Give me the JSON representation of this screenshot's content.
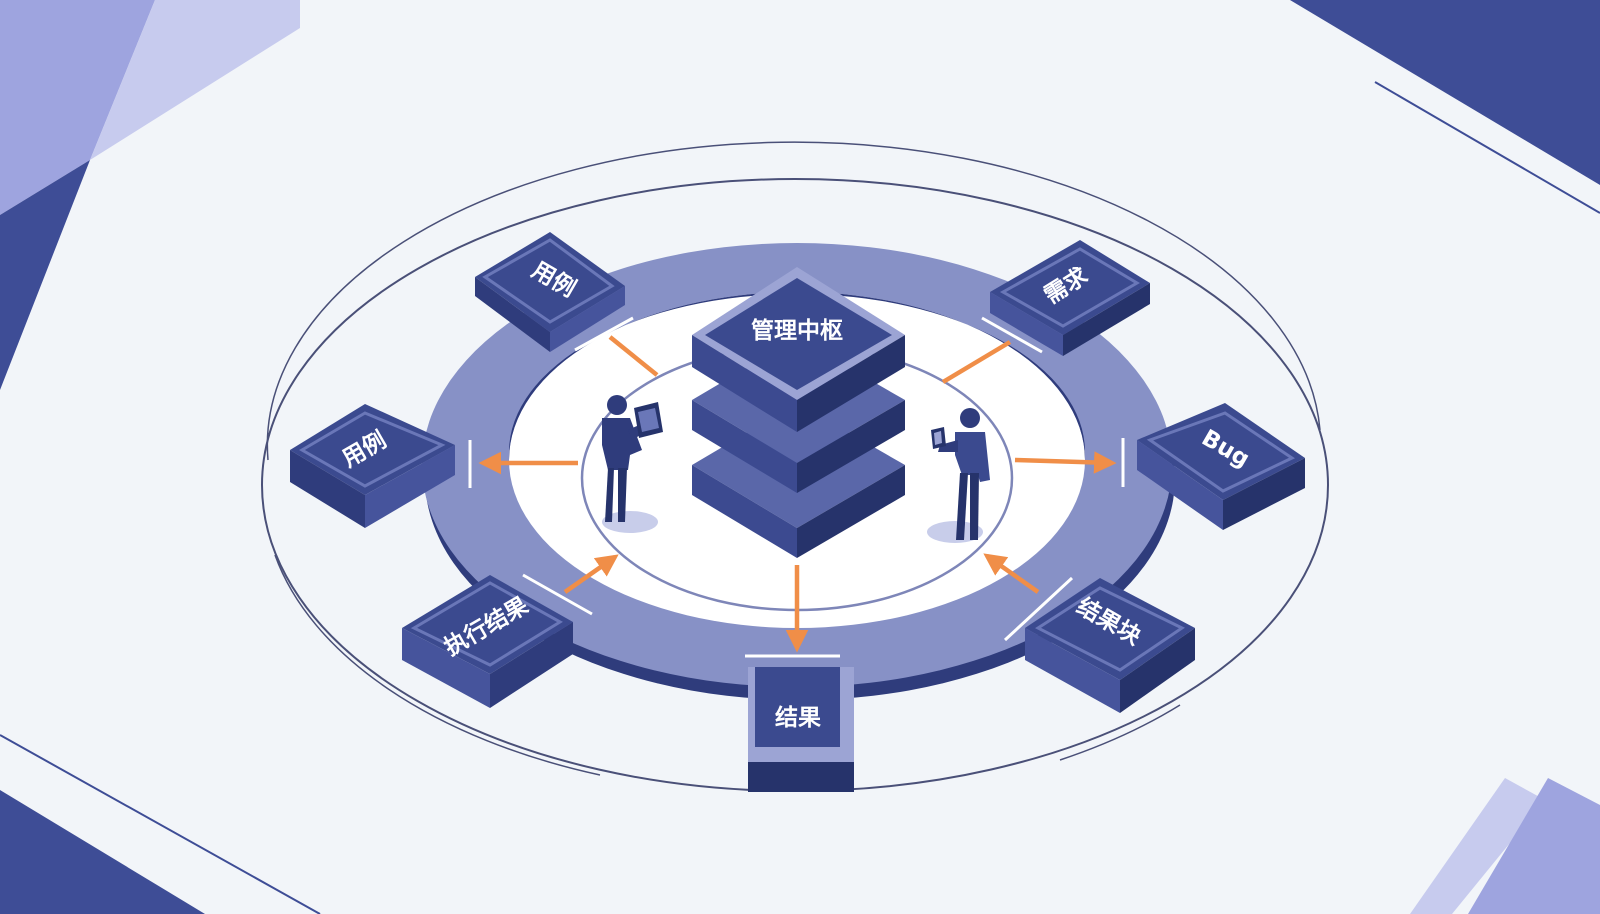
{
  "diagram": {
    "hub_label": "管理中枢",
    "nodes": [
      {
        "id": "top-left",
        "label": "用例"
      },
      {
        "id": "left",
        "label": "用例"
      },
      {
        "id": "bottom-left",
        "label": "执行结果"
      },
      {
        "id": "bottom",
        "label": "结果"
      },
      {
        "id": "bottom-right",
        "label": "结果块"
      },
      {
        "id": "right",
        "label": "Bug"
      },
      {
        "id": "top-right",
        "label": "需求"
      }
    ]
  },
  "colors": {
    "navy": "#3b4a8f",
    "navy_dark": "#26336b",
    "navy_light": "#5966a8",
    "ring": "#8791c6",
    "arrow": "#f08e48",
    "background": "#f2f5f9"
  },
  "icons": [
    "person-with-tablet-icon",
    "person-with-phone-icon"
  ]
}
